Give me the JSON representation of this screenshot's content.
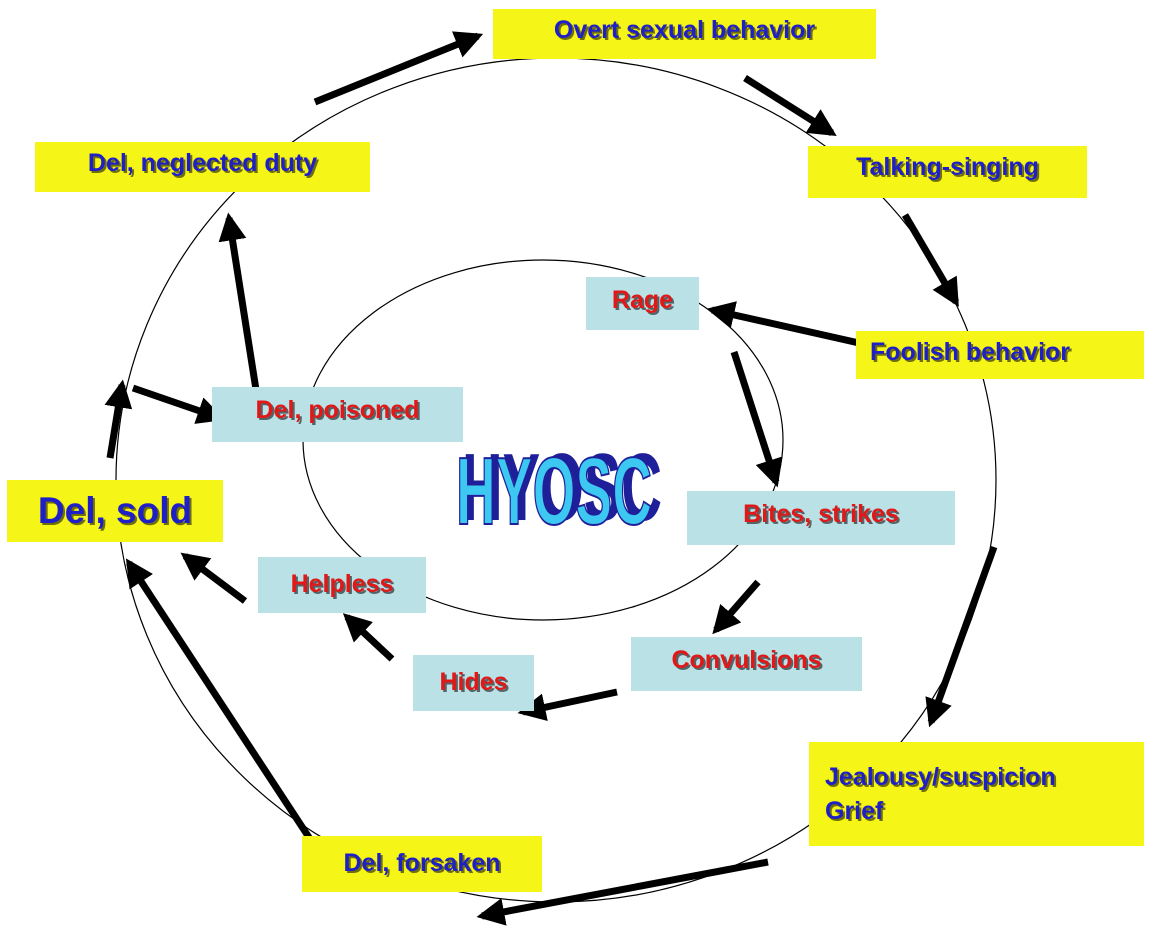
{
  "diagram": {
    "center_label": "HYOSC",
    "colors": {
      "outer_box": "#f5f518",
      "outer_text": "#1f1fc8",
      "inner_box": "#b9e1e6",
      "inner_text": "#e01818",
      "arrow": "#000000",
      "logo_fill": "#3cc8f0",
      "logo_shadow": "#1f1f9a"
    },
    "outer_cycle": {
      "overt_sexual_behavior": "Overt sexual behavior",
      "talking_singing": "Talking-singing",
      "foolish_behavior": "Foolish behavior",
      "jealousy_suspicion": "Jealousy/suspicion",
      "grief": "Grief",
      "del_forsaken": "Del, forsaken",
      "del_sold": "Del, sold",
      "del_neglected_duty": "Del, neglected duty"
    },
    "inner_cycle": {
      "rage": "Rage",
      "bites_strikes": "Bites, strikes",
      "convulsions": "Convulsions",
      "hides": "Hides",
      "helpless": "Helpless",
      "del_poisoned": "Del, poisoned"
    }
  }
}
